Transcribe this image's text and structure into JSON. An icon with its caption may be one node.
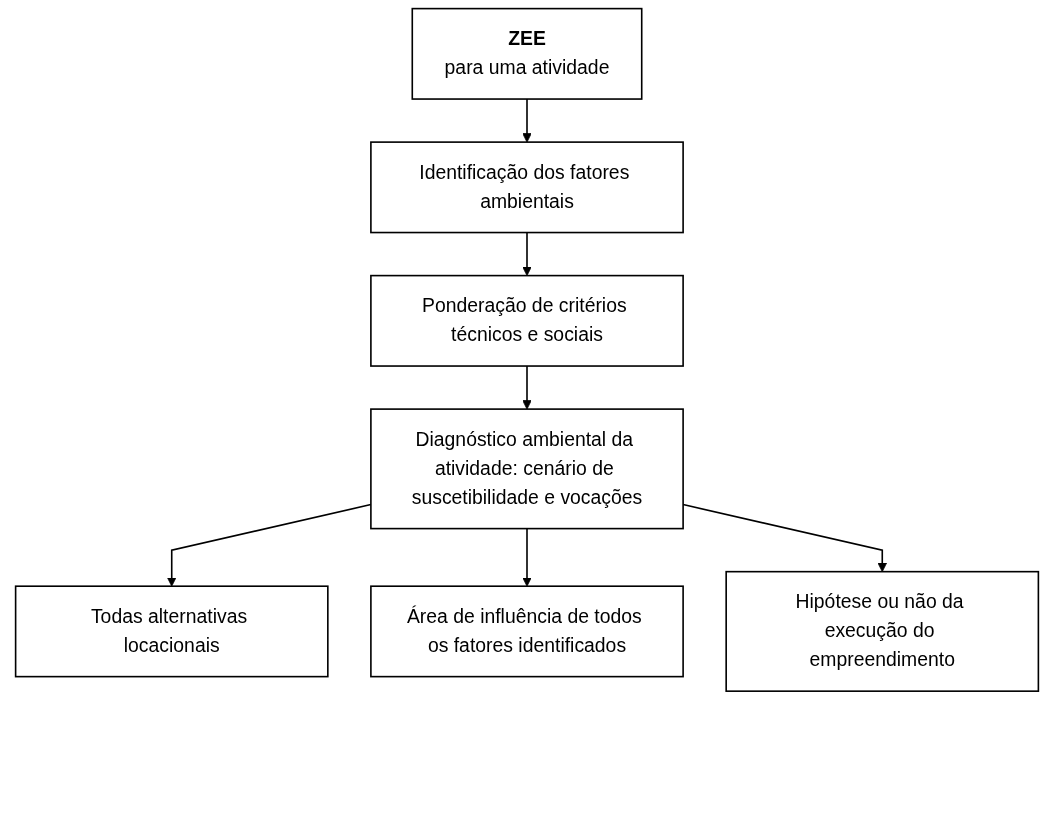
{
  "diagram": {
    "nodes": [
      {
        "text": [
          "ZEE",
          "para uma atividade"
        ]
      },
      {
        "text": [
          "Identificação dos fatores ambientais"
        ]
      },
      {
        "text": [
          "Ponderação de critérios técnicos e sociais"
        ]
      },
      {
        "text": [
          "Diagnóstico ambiental da atividade: cenário de suscetibilidade e vocações"
        ]
      },
      {
        "text": [
          "Todas alternativas locacionais"
        ]
      },
      {
        "text": [
          "Área de influência de todos os fatores identificados"
        ]
      },
      {
        "text": [
          "Hipótese ou não da execução do empreendimento"
        ]
      }
    ],
    "edges": [
      {
        "from": 0,
        "to": 1,
        "arrow": "to"
      },
      {
        "from": 1,
        "to": 2,
        "arrow": "to"
      },
      {
        "from": 2,
        "to": 3,
        "arrow": "to"
      },
      {
        "from": 3,
        "to": 4,
        "arrow": "to"
      },
      {
        "from": 3,
        "to": 5,
        "arrow": "to"
      },
      {
        "from": 3,
        "to": 6,
        "arrow": "to"
      }
    ]
  }
}
